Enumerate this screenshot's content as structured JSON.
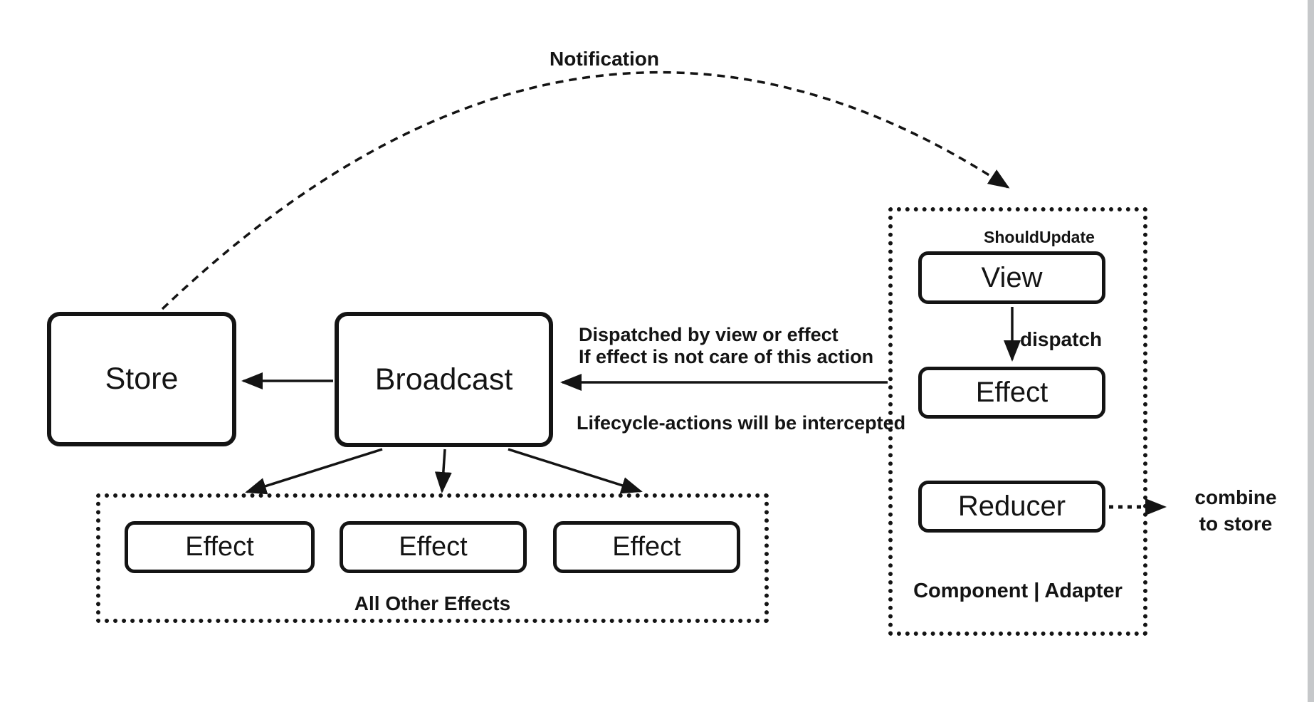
{
  "diagram": {
    "notification": "Notification",
    "store": {
      "label": "Store"
    },
    "broadcast": {
      "label": "Broadcast"
    },
    "annotations": {
      "dispatched_line1": "Dispatched by view or effect",
      "dispatched_line2": "If effect is not care of this action",
      "lifecycle": "Lifecycle-actions will be intercepted",
      "dispatch": "dispatch",
      "combine_line1": "combine",
      "combine_line2": "to store"
    },
    "effects_group": {
      "title": "All Other Effects",
      "boxes": [
        "Effect",
        "Effect",
        "Effect"
      ]
    },
    "component_group": {
      "should_update": "ShouldUpdate",
      "view_label": "View",
      "effect_label": "Effect",
      "reducer_label": "Reducer",
      "caption": "Component | Adapter"
    },
    "colors": {
      "ink": "#141414",
      "background": "#ffffff",
      "edge_strip": "#c6c8ca"
    }
  }
}
